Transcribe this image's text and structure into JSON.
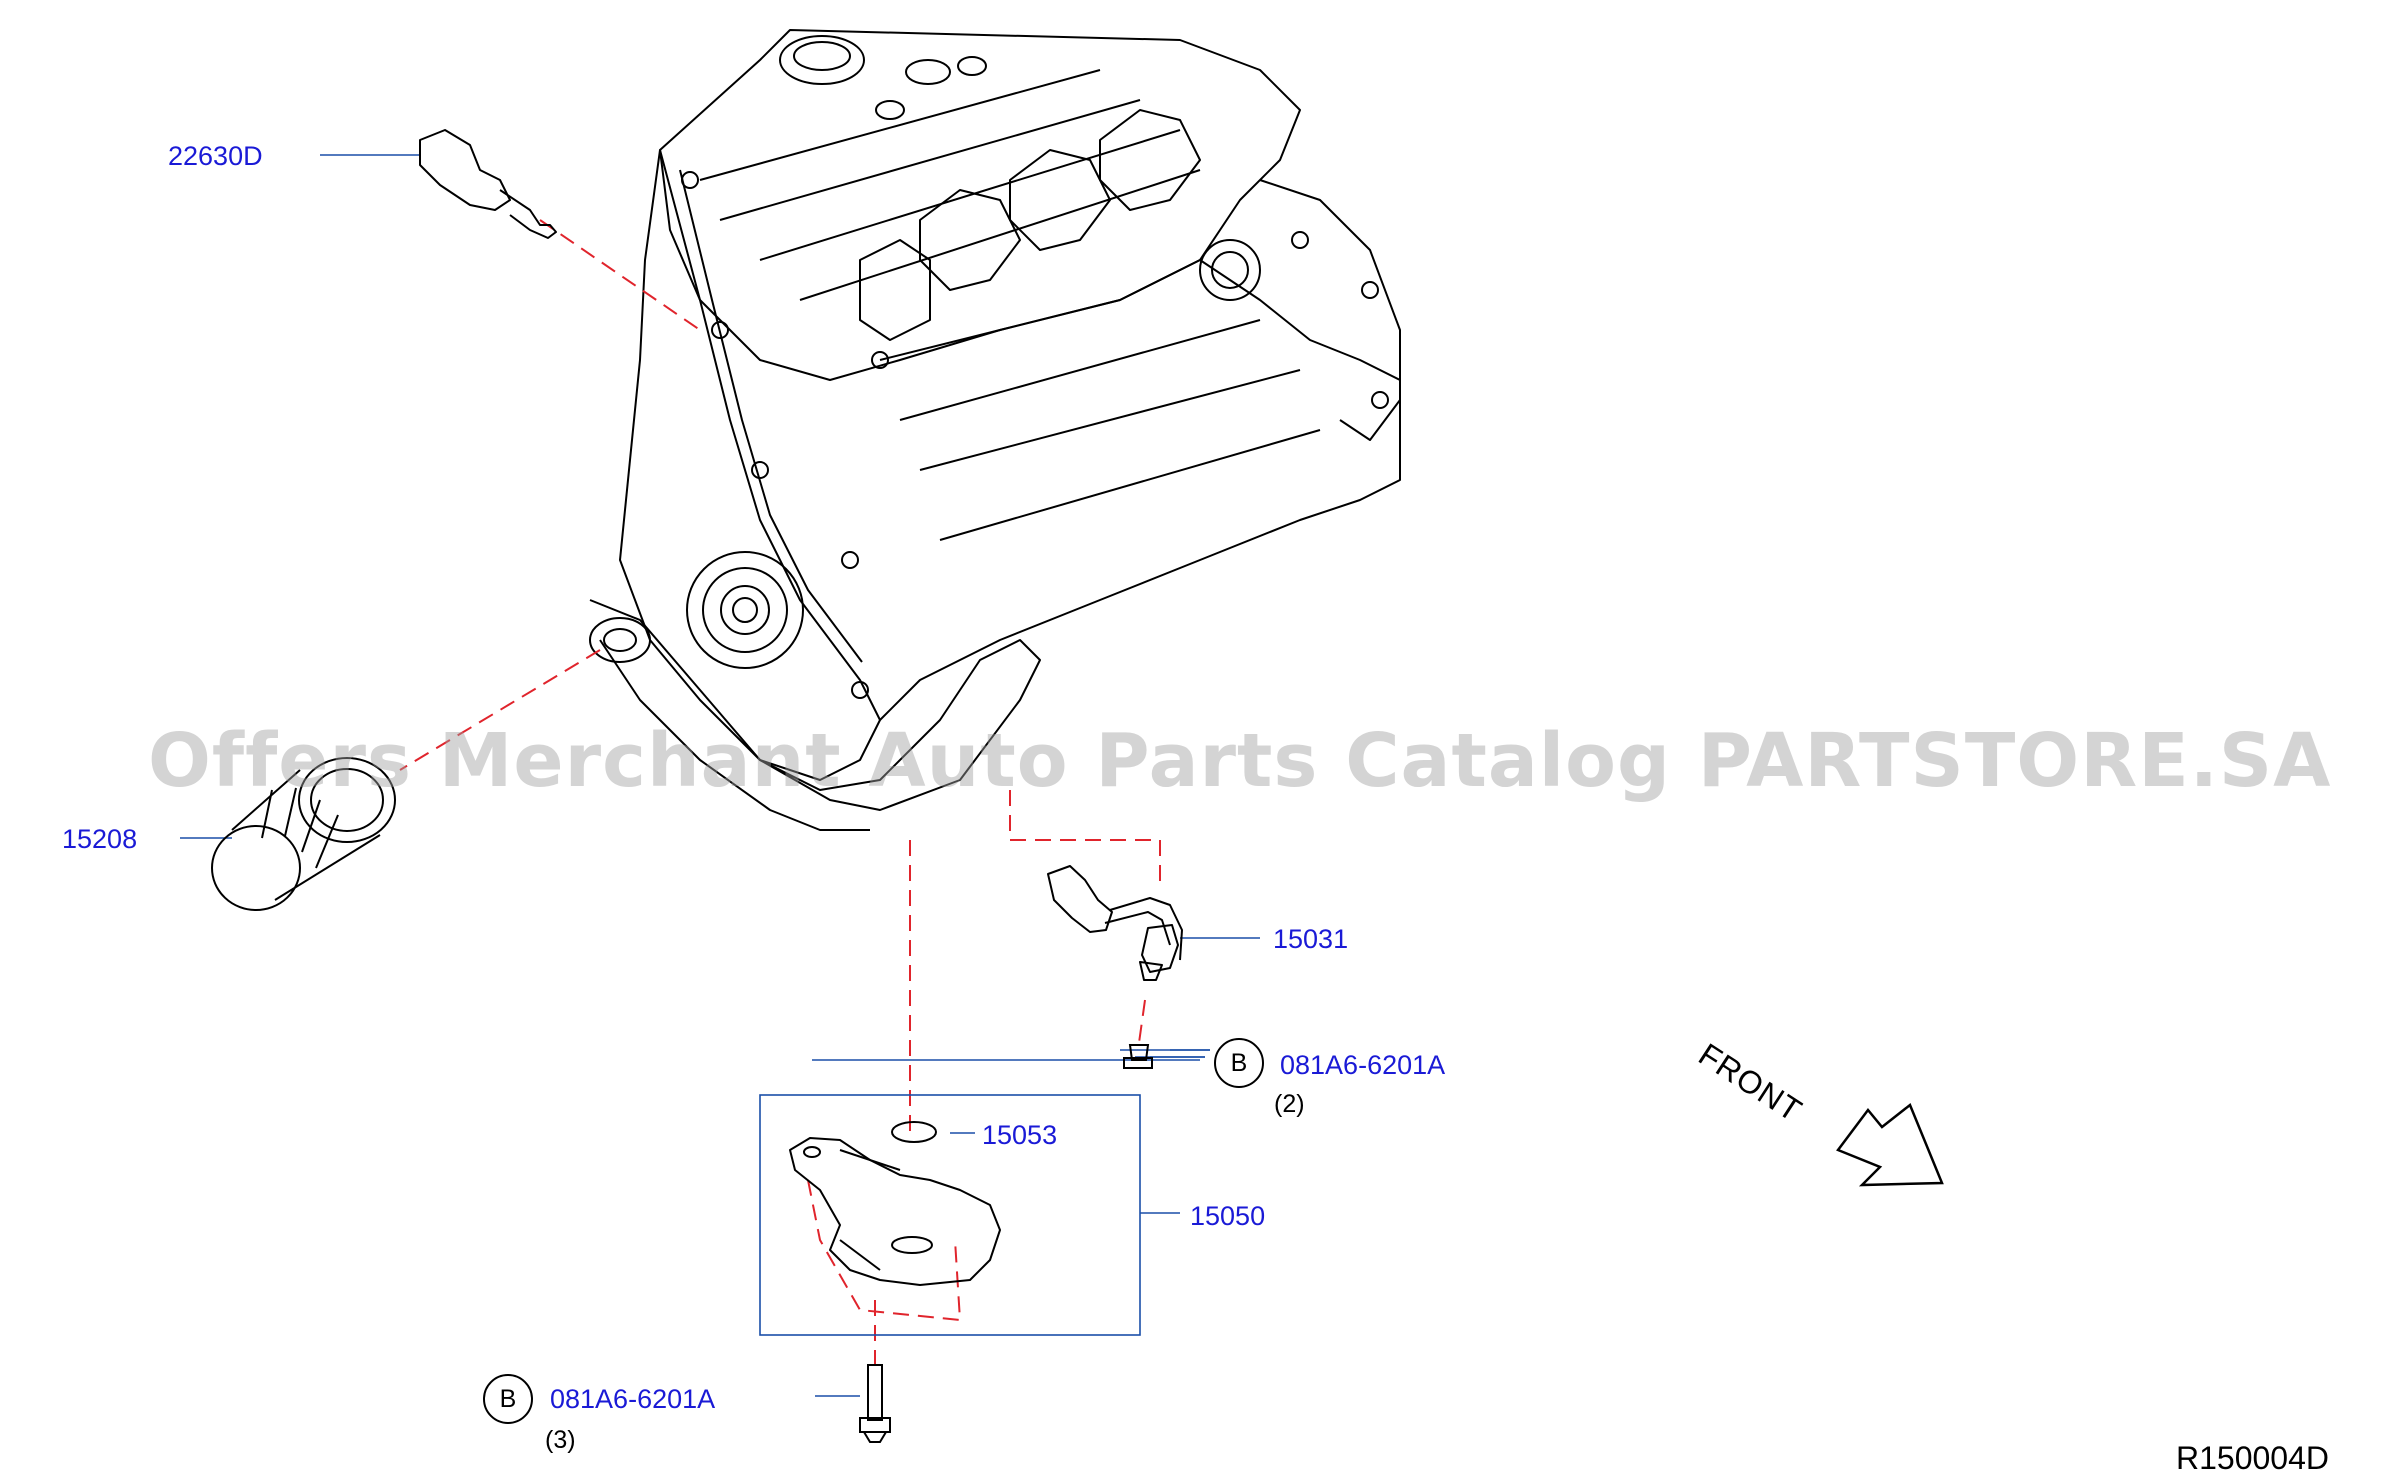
{
  "parts": {
    "p22630D": "22630D",
    "p15208": "15208",
    "p15031": "15031",
    "p15053": "15053",
    "p15050": "15050",
    "bolt_upper": "081A6-6201A",
    "bolt_upper_qty": "(2)",
    "bolt_lower": "081A6-6201A",
    "bolt_lower_qty": "(3)"
  },
  "callouts": {
    "upper": "B",
    "lower": "B"
  },
  "front_label": "FRONT",
  "reference_code": "R150004D",
  "watermark": "Offers Merchant Auto Parts Catalog PARTSTORE.SA",
  "colors": {
    "label_blue": "#1a1ad6",
    "leader_line": "#1a4fa8",
    "dashed_red": "#e0242c",
    "outline": "#000000"
  }
}
